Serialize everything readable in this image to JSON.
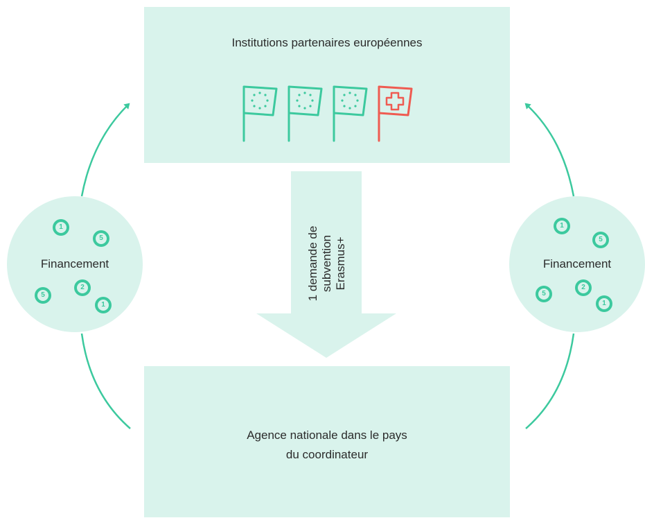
{
  "top_box": {
    "title": "Institutions partenaires européennes"
  },
  "bottom_box": {
    "title_line1": "Agence nationale dans le pays",
    "title_line2": "du coordinateur"
  },
  "arrow": {
    "line1": "1 demande de",
    "line2": "subvention",
    "line3": "Erasmus+"
  },
  "left_circle": {
    "label": "Financement",
    "coins": [
      "1",
      "5",
      "5",
      "2",
      "1"
    ]
  },
  "right_circle": {
    "label": "Financement",
    "coins": [
      "1",
      "5",
      "5",
      "2",
      "1"
    ]
  },
  "flags": [
    {
      "type": "eu-flag-icon"
    },
    {
      "type": "eu-flag-icon"
    },
    {
      "type": "eu-flag-icon"
    },
    {
      "type": "swiss-flag-icon"
    }
  ],
  "colors": {
    "box_fill": "#d9f3ec",
    "accent_green": "#3cc99e",
    "swiss_red": "#ef5b51",
    "text": "#2b2b2b"
  }
}
